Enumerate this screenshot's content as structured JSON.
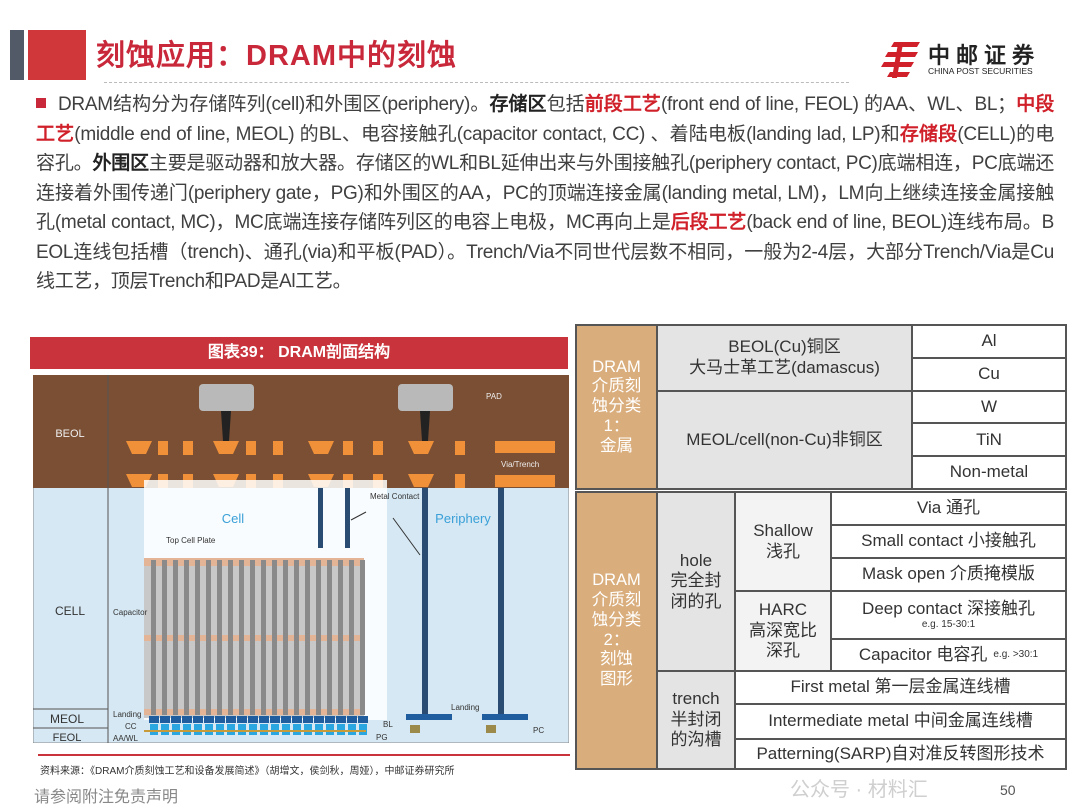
{
  "header": {
    "title": "刻蚀应用：DRAM中的刻蚀",
    "logo_cn": "中邮证券",
    "logo_en": "CHINA POST SECURITIES"
  },
  "body": {
    "segments": [
      {
        "t": "DRAM结构分为存储阵列(cell)和外围区(periphery)。",
        "s": "n"
      },
      {
        "t": "存储区",
        "s": "b"
      },
      {
        "t": "包括",
        "s": "n"
      },
      {
        "t": "前段工艺",
        "s": "r"
      },
      {
        "t": "(front end of line, FEOL) 的AA、WL、BL；",
        "s": "n"
      },
      {
        "t": "中段工艺",
        "s": "r"
      },
      {
        "t": "(middle end of line, MEOL) 的BL、电容接触孔(capacitor contact, CC) 、着陆电板(landing lad, LP)和",
        "s": "n"
      },
      {
        "t": "存储段",
        "s": "r"
      },
      {
        "t": "(CELL)的电容孔。",
        "s": "n"
      },
      {
        "t": "外围区",
        "s": "b"
      },
      {
        "t": "主要是驱动器和放大器。存储区的WL和BL延伸出来与外围接触孔(periphery contact, PC)底端相连，PC底端还连接着外围传递门(periphery gate，PG)和外围区的AA，PC的顶端连接金属(landing metal, LM)，LM向上继续连接金属接触孔(metal contact, MC)，MC底端连接存储阵列区的电容上电极，MC再向上是",
        "s": "n"
      },
      {
        "t": "后段工艺",
        "s": "r"
      },
      {
        "t": "(back end of line, BEOL)连线布局。BEOL连线包括槽（trench)、通孔(via)和平板(PAD）。Trench/Via不同世代层数不相同，一般为2-4层，大部分Trench/Via是Cu线工艺，顶层Trench和PAD是Al工艺。",
        "s": "n"
      }
    ]
  },
  "figure": {
    "title": "图表39： DRAM剖面结构",
    "labels": {
      "beol": "BEOL",
      "cell_layer": "CELL",
      "meol": "MEOL",
      "feol": "FEOL",
      "pad": "PAD",
      "via_trench": "Via/Trench",
      "metal_contact": "Metal Contact",
      "cell": "Cell",
      "periphery": "Periphery",
      "top_cell_plate": "Top Cell Plate",
      "capacitor": "Capacitor",
      "landing": "Landing",
      "landing2": "Landing",
      "cc": "CC",
      "aa_wl": "AA/WL",
      "bl": "BL",
      "pg": "PG",
      "pc": "PC"
    },
    "colors": {
      "beol": "#7a4f33",
      "cell": "#d6e8f3",
      "copper": "#f0913a",
      "pad": "#b9b9b9",
      "column": "#8a8a8a",
      "landing": "#1f5d9e",
      "contact": "#2aa7e0",
      "plug": "#2b4c72"
    },
    "source": "资料来源：《DRAM介质刻蚀工艺和设备发展简述》（胡增文，侯剑秋，周娅），中邮证券研究所"
  },
  "table1": {
    "category": "DRAM\n介质刻\n蚀分类\n1：\n金属",
    "beol": "BEOL(Cu)铜区\n大马士革工艺(damascus)",
    "meol": "MEOL/cell(non-Cu)非铜区",
    "metals": [
      "Al",
      "Cu",
      "W",
      "TiN",
      "Non-metal"
    ]
  },
  "table2": {
    "category": "DRAM\n介质刻\n蚀分类\n2：\n刻蚀\n图形",
    "hole": "hole\n完全封\n闭的孔",
    "shallow": "Shallow\n浅孔",
    "harc": "HARC\n高深宽比\n深孔",
    "trench": "trench\n半封闭\n的沟槽",
    "shallow_items": [
      "Via 通孔",
      "Small contact 小接触孔",
      "Mask open 介质掩模版"
    ],
    "deep_contact": "Deep contact 深接触孔",
    "deep_contact_note": "e.g. 15-30:1",
    "capacitor": "Capacitor 电容孔",
    "capacitor_note": "e.g. >30:1",
    "trench_items": [
      "First metal 第一层金属连线槽",
      "Intermediate metal 中间金属连线槽",
      "Patterning(SARP)自对准反转图形技术"
    ]
  },
  "footer": {
    "disclaimer": "请参阅附注免责声明",
    "page": "50",
    "watermark": "公众号 · 材料汇"
  }
}
